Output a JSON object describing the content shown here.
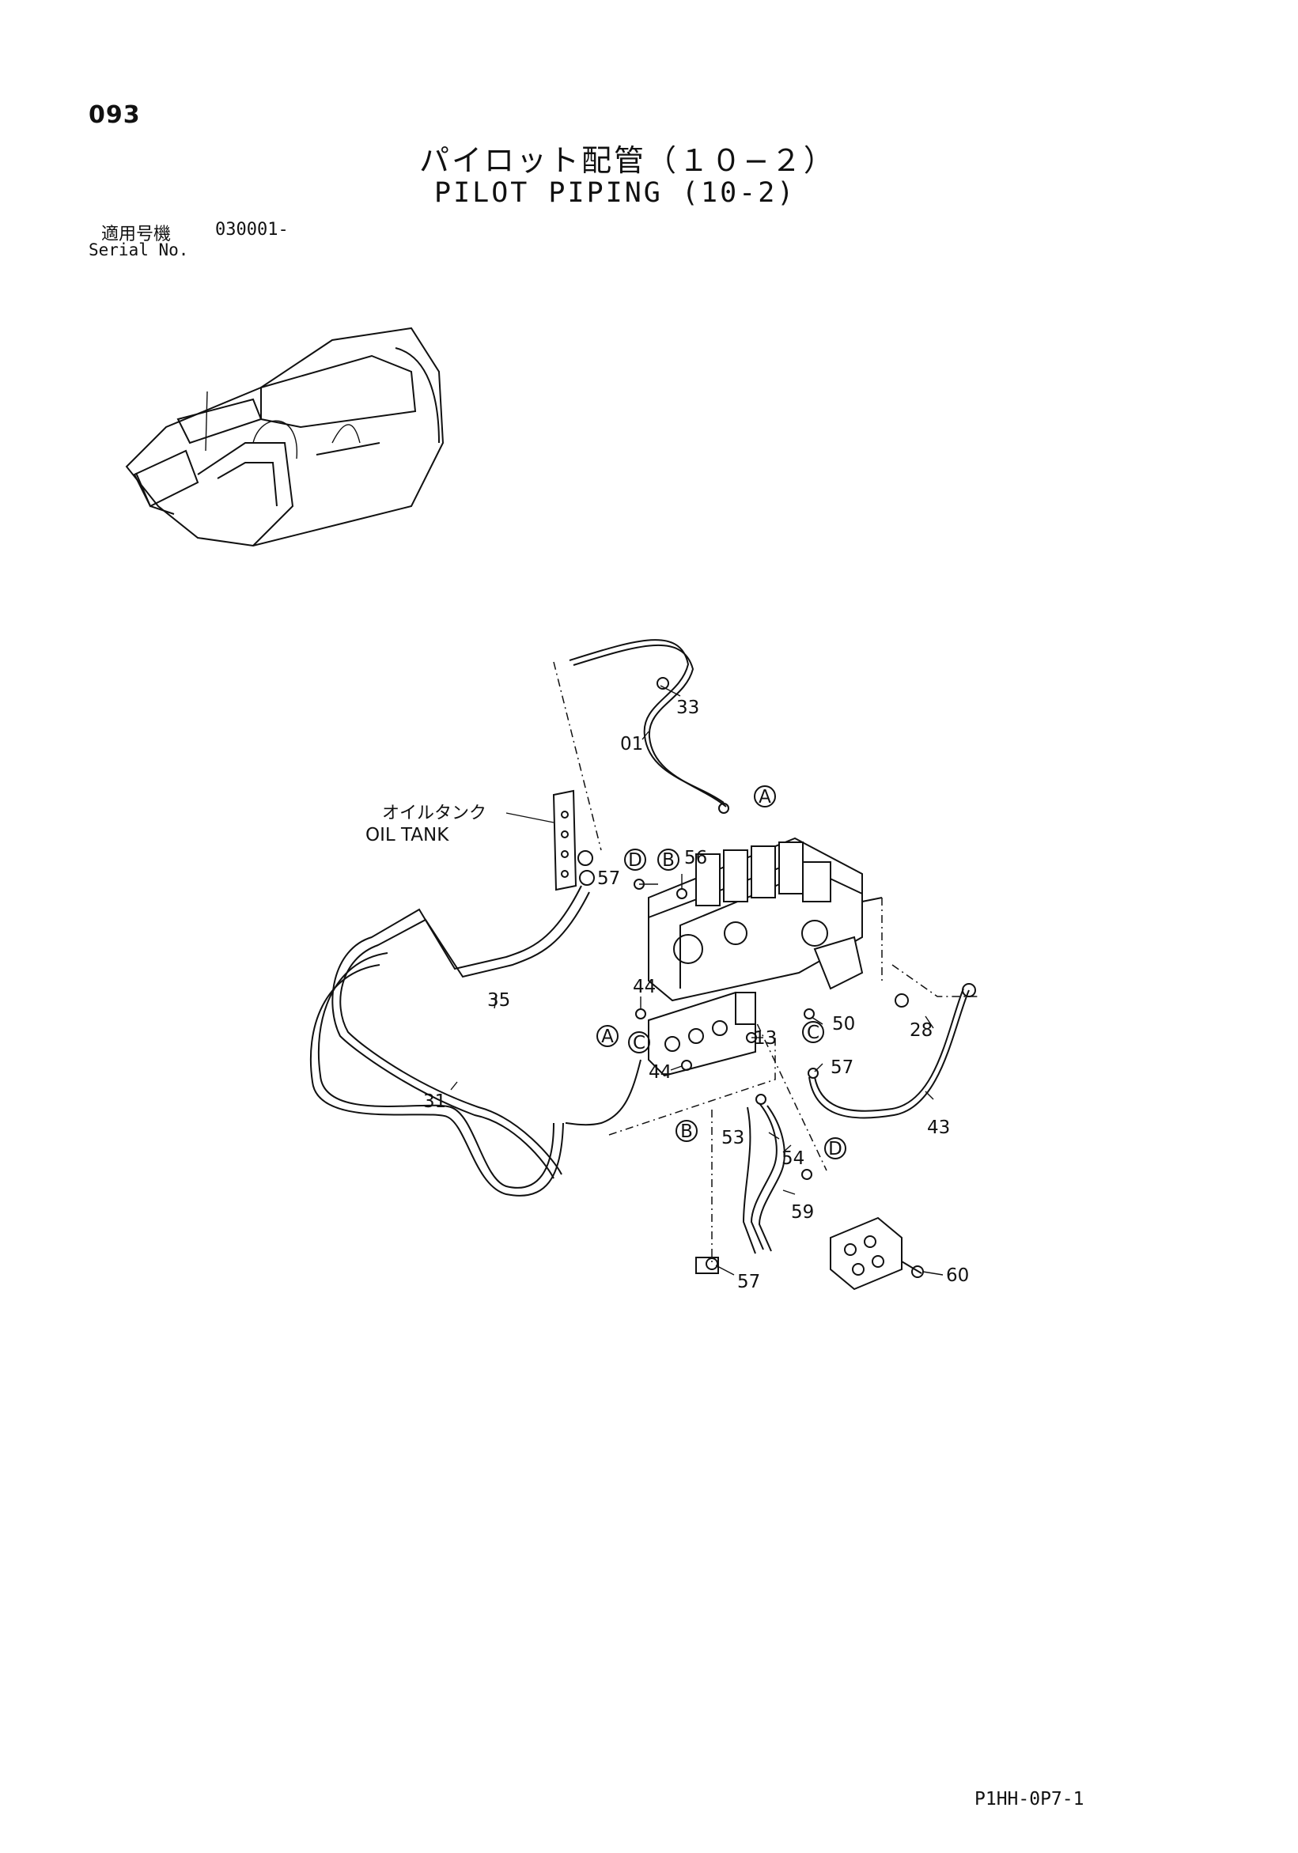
{
  "page": {
    "number": "093",
    "title_jp": "パイロット配管（１０−２）",
    "title_en": "PILOT PIPING (10-2)",
    "serial_label_jp": "適用号機",
    "serial_value": "030001-",
    "serial_label_en": "Serial No.",
    "doc_code": "P1HH-0P7-1"
  },
  "diagram": {
    "oil_tank_jp": "オイルタンク",
    "oil_tank_en": "OIL TANK",
    "parts": [
      "01",
      "13",
      "28",
      "31",
      "33",
      "35",
      "43",
      "44",
      "44",
      "50",
      "53",
      "54",
      "56",
      "57",
      "57",
      "57",
      "59",
      "60"
    ],
    "connectors": [
      "A",
      "A",
      "B",
      "B",
      "C",
      "C",
      "D",
      "D"
    ]
  }
}
